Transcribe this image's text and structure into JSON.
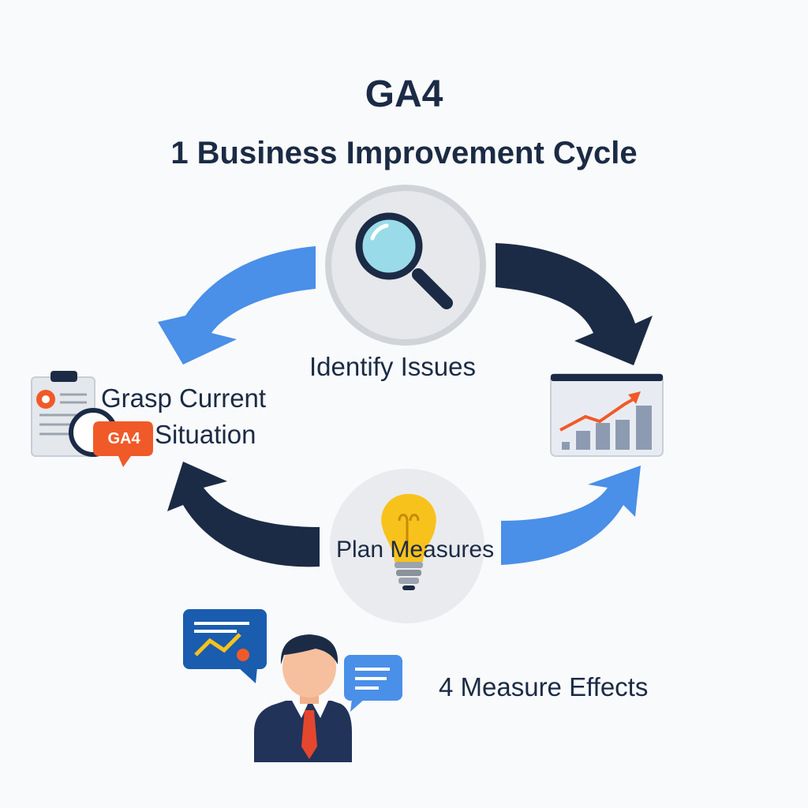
{
  "header": {
    "title": "GA4",
    "subtitle": "1 Business Improvement Cycle"
  },
  "steps": {
    "identify": "Identify Issues",
    "grasp_line1": "Grasp Current",
    "grasp_line2": "Situation",
    "plan": "Plan Measures",
    "measure": "4 Measure Effects"
  },
  "badge": {
    "text": "GA4"
  },
  "icons": {
    "identify": "magnifier-icon",
    "grasp": "report-clipboard-icon",
    "plan": "lightbulb-icon",
    "chart": "growth-chart-icon",
    "measure": "businessman-icon"
  },
  "colors": {
    "navy": "#1b2b45",
    "blue": "#4a8fe8",
    "orange": "#f05a28",
    "yellow": "#f8c21c",
    "circle": "#e9ebee"
  }
}
